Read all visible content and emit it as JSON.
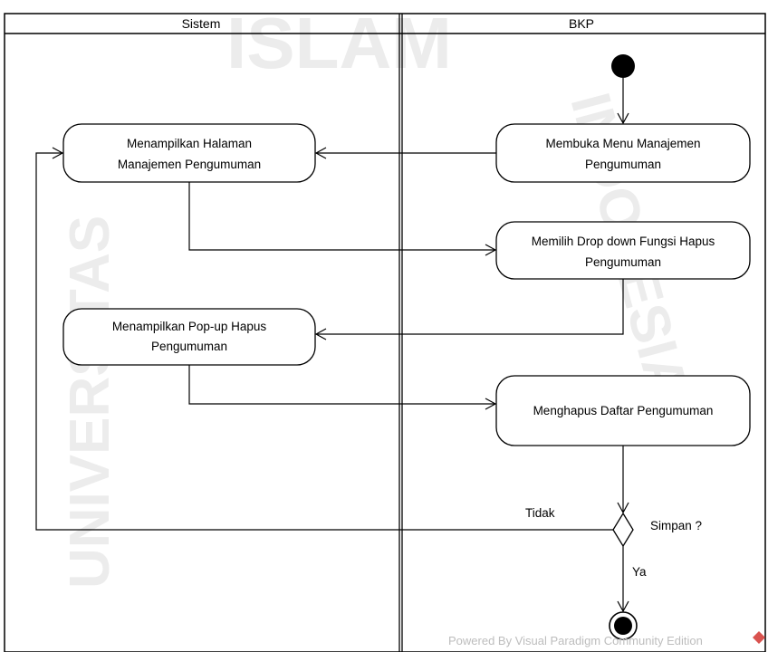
{
  "lanes": {
    "left_title": "Sistem",
    "right_title": "BKP"
  },
  "nodes": {
    "membuka": [
      "Membuka Menu Manajemen",
      "Pengumuman"
    ],
    "menampilkan_halaman": [
      "Menampilkan Halaman",
      "Manajemen Pengumuman"
    ],
    "memilih": [
      "Memilih Drop down Fungsi Hapus",
      "Pengumuman"
    ],
    "menampilkan_popup": [
      "Menampilkan Pop-up Hapus",
      "Pengumuman"
    ],
    "menghapus": [
      "Menghapus Daftar Pengumuman"
    ]
  },
  "decision": {
    "label": "Simpan ?",
    "yes": "Ya",
    "no": "Tidak"
  },
  "footer": {
    "powered_by": "Powered By  Visual Paradigm Community Edition"
  },
  "watermark": {
    "top": "ISLAM",
    "left": "UNIVERSITAS",
    "right": "INDONESIA"
  },
  "colors": {
    "line": "#000000",
    "watermark": "#ececec",
    "vp_logo": "#d9534f"
  }
}
